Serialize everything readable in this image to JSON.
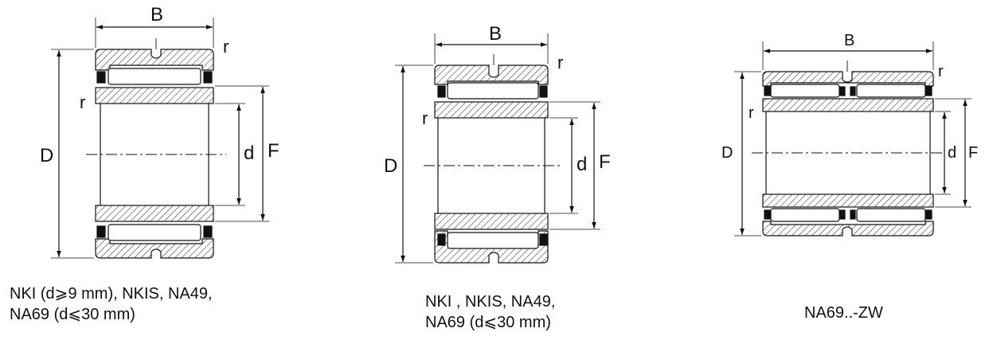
{
  "diagrams": [
    {
      "labels": {
        "B": "B",
        "D": "D",
        "d": "d",
        "F": "F",
        "r_top": "r",
        "r_side": "r"
      },
      "caption": [
        "NKI (d⩾9 mm), NKIS, NA49,",
        "NA69 (d⩽30 mm)"
      ]
    },
    {
      "labels": {
        "B": "B",
        "D": "D",
        "d": "d",
        "F": "F",
        "r_top": "r",
        "r_side": "r"
      },
      "caption": [
        "NKI , NKIS, NA49,",
        "NA69 (d⩽30 mm)"
      ]
    },
    {
      "labels": {
        "B": "B",
        "D": "D",
        "d": "d",
        "F": "F",
        "r_top": "r",
        "r_side": "r"
      },
      "caption": [
        "NA69..-ZW"
      ]
    }
  ],
  "colors": {
    "line": "#111111",
    "hatch": "#222222",
    "background": "#ffffff"
  }
}
